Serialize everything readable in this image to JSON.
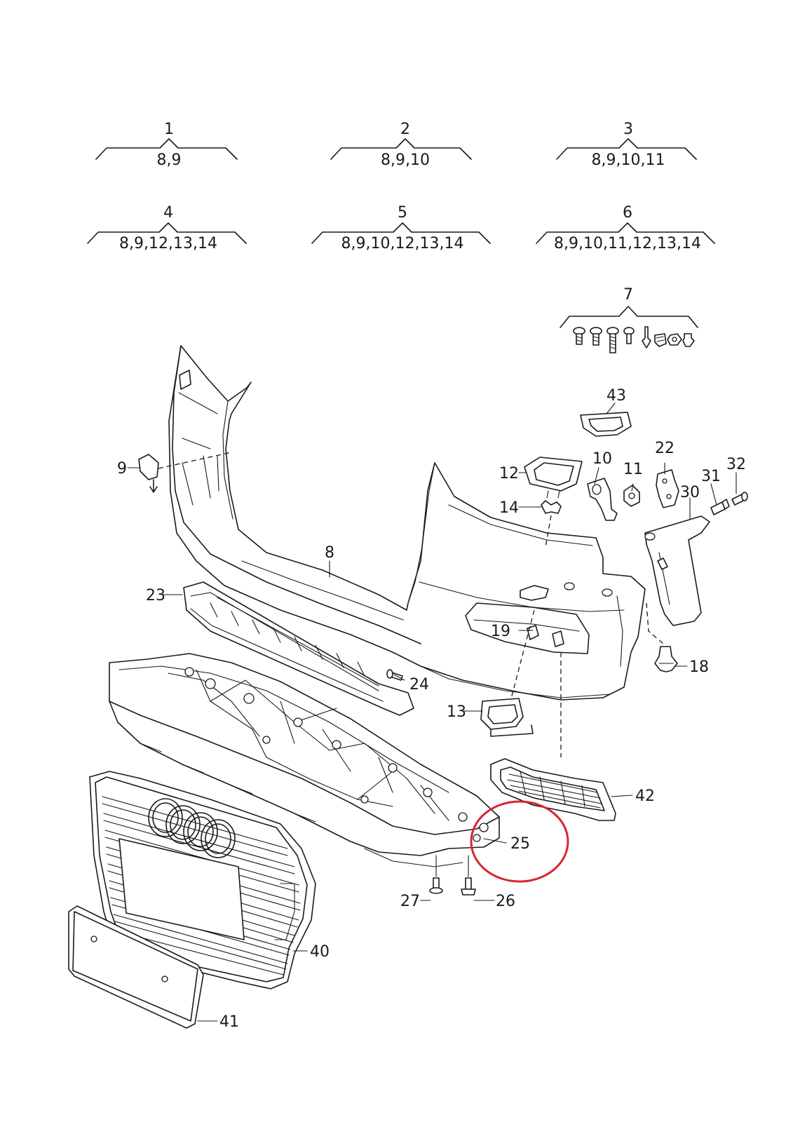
{
  "kits": [
    {
      "id": "1",
      "contents": "8,9"
    },
    {
      "id": "2",
      "contents": "8,9,10"
    },
    {
      "id": "3",
      "contents": "8,9,10,11"
    },
    {
      "id": "4",
      "contents": "8,9,12,13,14"
    },
    {
      "id": "5",
      "contents": "8,9,10,12,13,14"
    },
    {
      "id": "6",
      "contents": "8,9,10,11,12,13,14"
    }
  ],
  "fastener_set": {
    "id": "7"
  },
  "callouts": {
    "c8": "8",
    "c9": "9",
    "c10": "10",
    "c11": "11",
    "c12": "12",
    "c13": "13",
    "c14": "14",
    "c18": "18",
    "c19": "19",
    "c22": "22",
    "c23": "23",
    "c24": "24",
    "c25": "25",
    "c26": "26",
    "c27": "27",
    "c30": "30",
    "c31": "31",
    "c32": "32",
    "c40": "40",
    "c41": "41",
    "c42": "42",
    "c43": "43"
  },
  "highlight": {
    "part": "25",
    "color": "#d9252c"
  }
}
